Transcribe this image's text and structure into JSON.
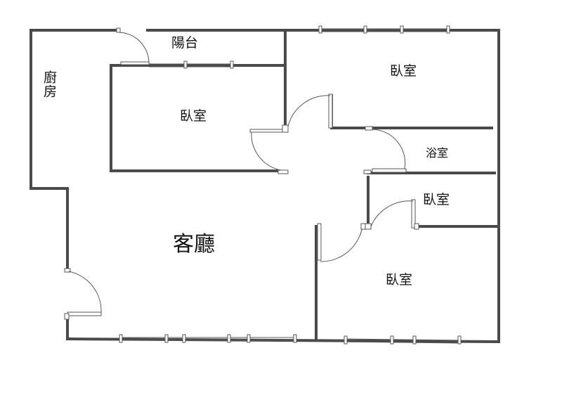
{
  "rooms": {
    "balcony": "陽台",
    "kitchen": "廚房",
    "bedroom_upper_left": "臥室",
    "bedroom_upper_right": "臥室",
    "bathroom": "浴室",
    "bedroom_small": "臥室",
    "bedroom_lower_right": "臥室",
    "living_room": "客廳"
  }
}
